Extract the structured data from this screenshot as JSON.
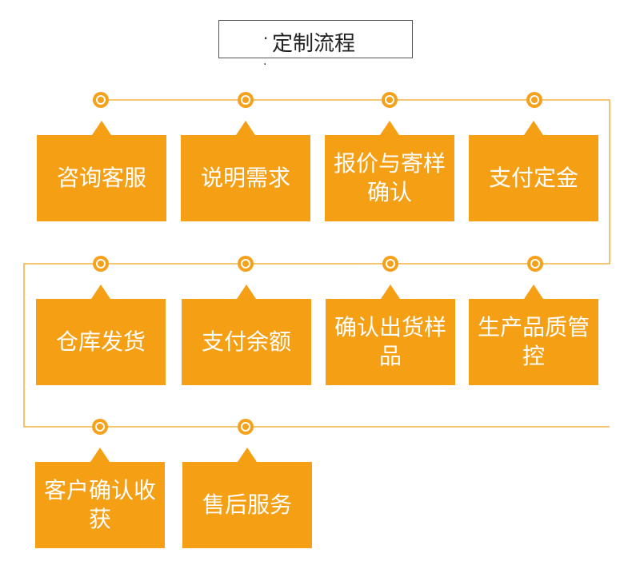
{
  "title": {
    "text": "定制流程",
    "bullet": "·"
  },
  "colors": {
    "accent": "#f59f15",
    "line": "#f0a21a",
    "card_text": "#ffffff"
  },
  "steps": [
    "咨询客服",
    "说明需求",
    "报价与寄样确认",
    "支付定金",
    "仓库发货",
    "支付余额",
    "确认出货样品",
    "生产品质管控",
    "客户确认收获",
    "售后服务"
  ]
}
